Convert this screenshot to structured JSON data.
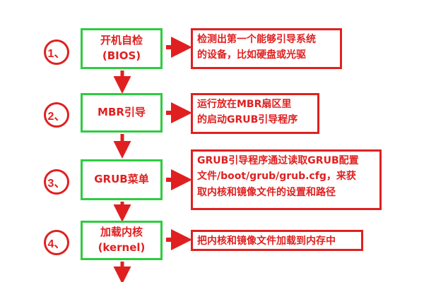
{
  "colors": {
    "accent_red": "#e02020",
    "box_green": "#2ecc40",
    "background": "#ffffff"
  },
  "steps": [
    {
      "number": "1、",
      "box_lines": [
        "开机自检",
        "(BIOS)"
      ],
      "description_lines": [
        "检测出第一个能够引导系统",
        "的设备，比如硬盘或光驱"
      ]
    },
    {
      "number": "2、",
      "box_lines": [
        "MBR引导"
      ],
      "description_lines": [
        "运行放在MBR扇区里",
        "的启动GRUB引导程序"
      ]
    },
    {
      "number": "3、",
      "box_lines": [
        "GRUB菜单"
      ],
      "description_lines": [
        "GRUB引导程序通过读取GRUB配置",
        "文件/boot/grub/grub.cfg，来获",
        "取内核和镜像文件的设置和路径"
      ]
    },
    {
      "number": "4、",
      "box_lines": [
        "加载内核",
        "(kernel)"
      ],
      "description_lines": [
        "把内核和镜像文件加载到内存中"
      ]
    }
  ]
}
